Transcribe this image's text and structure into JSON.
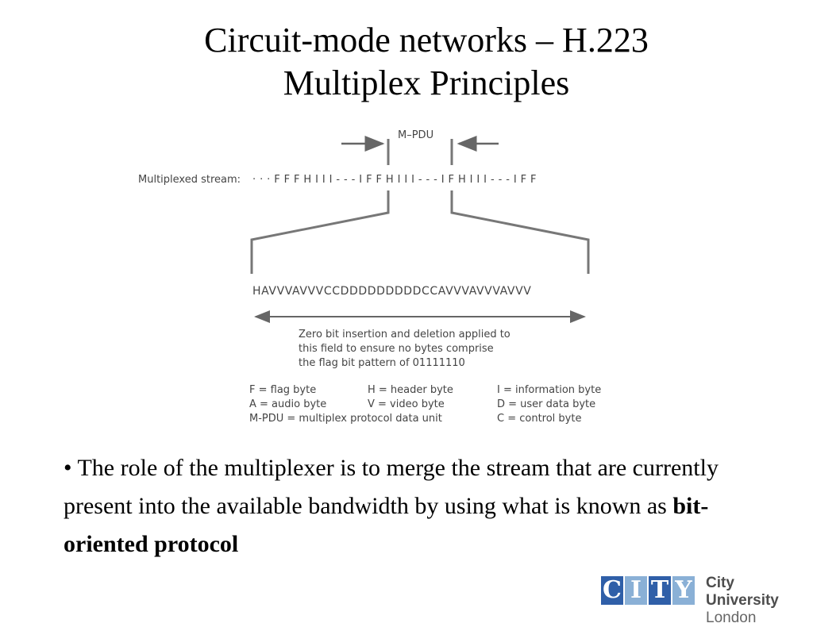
{
  "slide": {
    "title_line1": "Circuit-mode networks – H.223",
    "title_line2": "Multiplex Principles"
  },
  "diagram": {
    "mpdu_label": "M–PDU",
    "stream_label": "Multiplexed stream:",
    "stream_sequence": "· · · F F F H I I I - - - I F F H I I I - - - I F H I I I - - - I F F",
    "expanded_sequence": "HAVVVAVVVCCDDDDDDDDDCCAVVVAVVVAVVV",
    "note_lines": [
      "Zero bit insertion and deletion applied to",
      "this field to ensure no bytes comprise",
      "the flag bit pattern of 01111110"
    ],
    "legend": [
      [
        "F = flag byte",
        "H = header byte",
        "I = information byte"
      ],
      [
        "A = audio byte",
        "V = video byte",
        "D = user data byte"
      ],
      [
        "M-PDU = multiplex protocol data unit",
        "",
        "C = control byte"
      ]
    ]
  },
  "bullet": {
    "marker": "•",
    "text_before": "The role of the multiplexer is to merge the stream that are currently present into the available bandwidth by using what is known as",
    "bold_text": "bit-oriented protocol"
  },
  "logo": {
    "letters": [
      "C",
      "I",
      "T",
      "Y"
    ],
    "tile_colors": [
      "#2f5fa8",
      "#8ab0d6",
      "#2f5fa8",
      "#8ab0d6"
    ],
    "name": "City University",
    "city": "London"
  }
}
